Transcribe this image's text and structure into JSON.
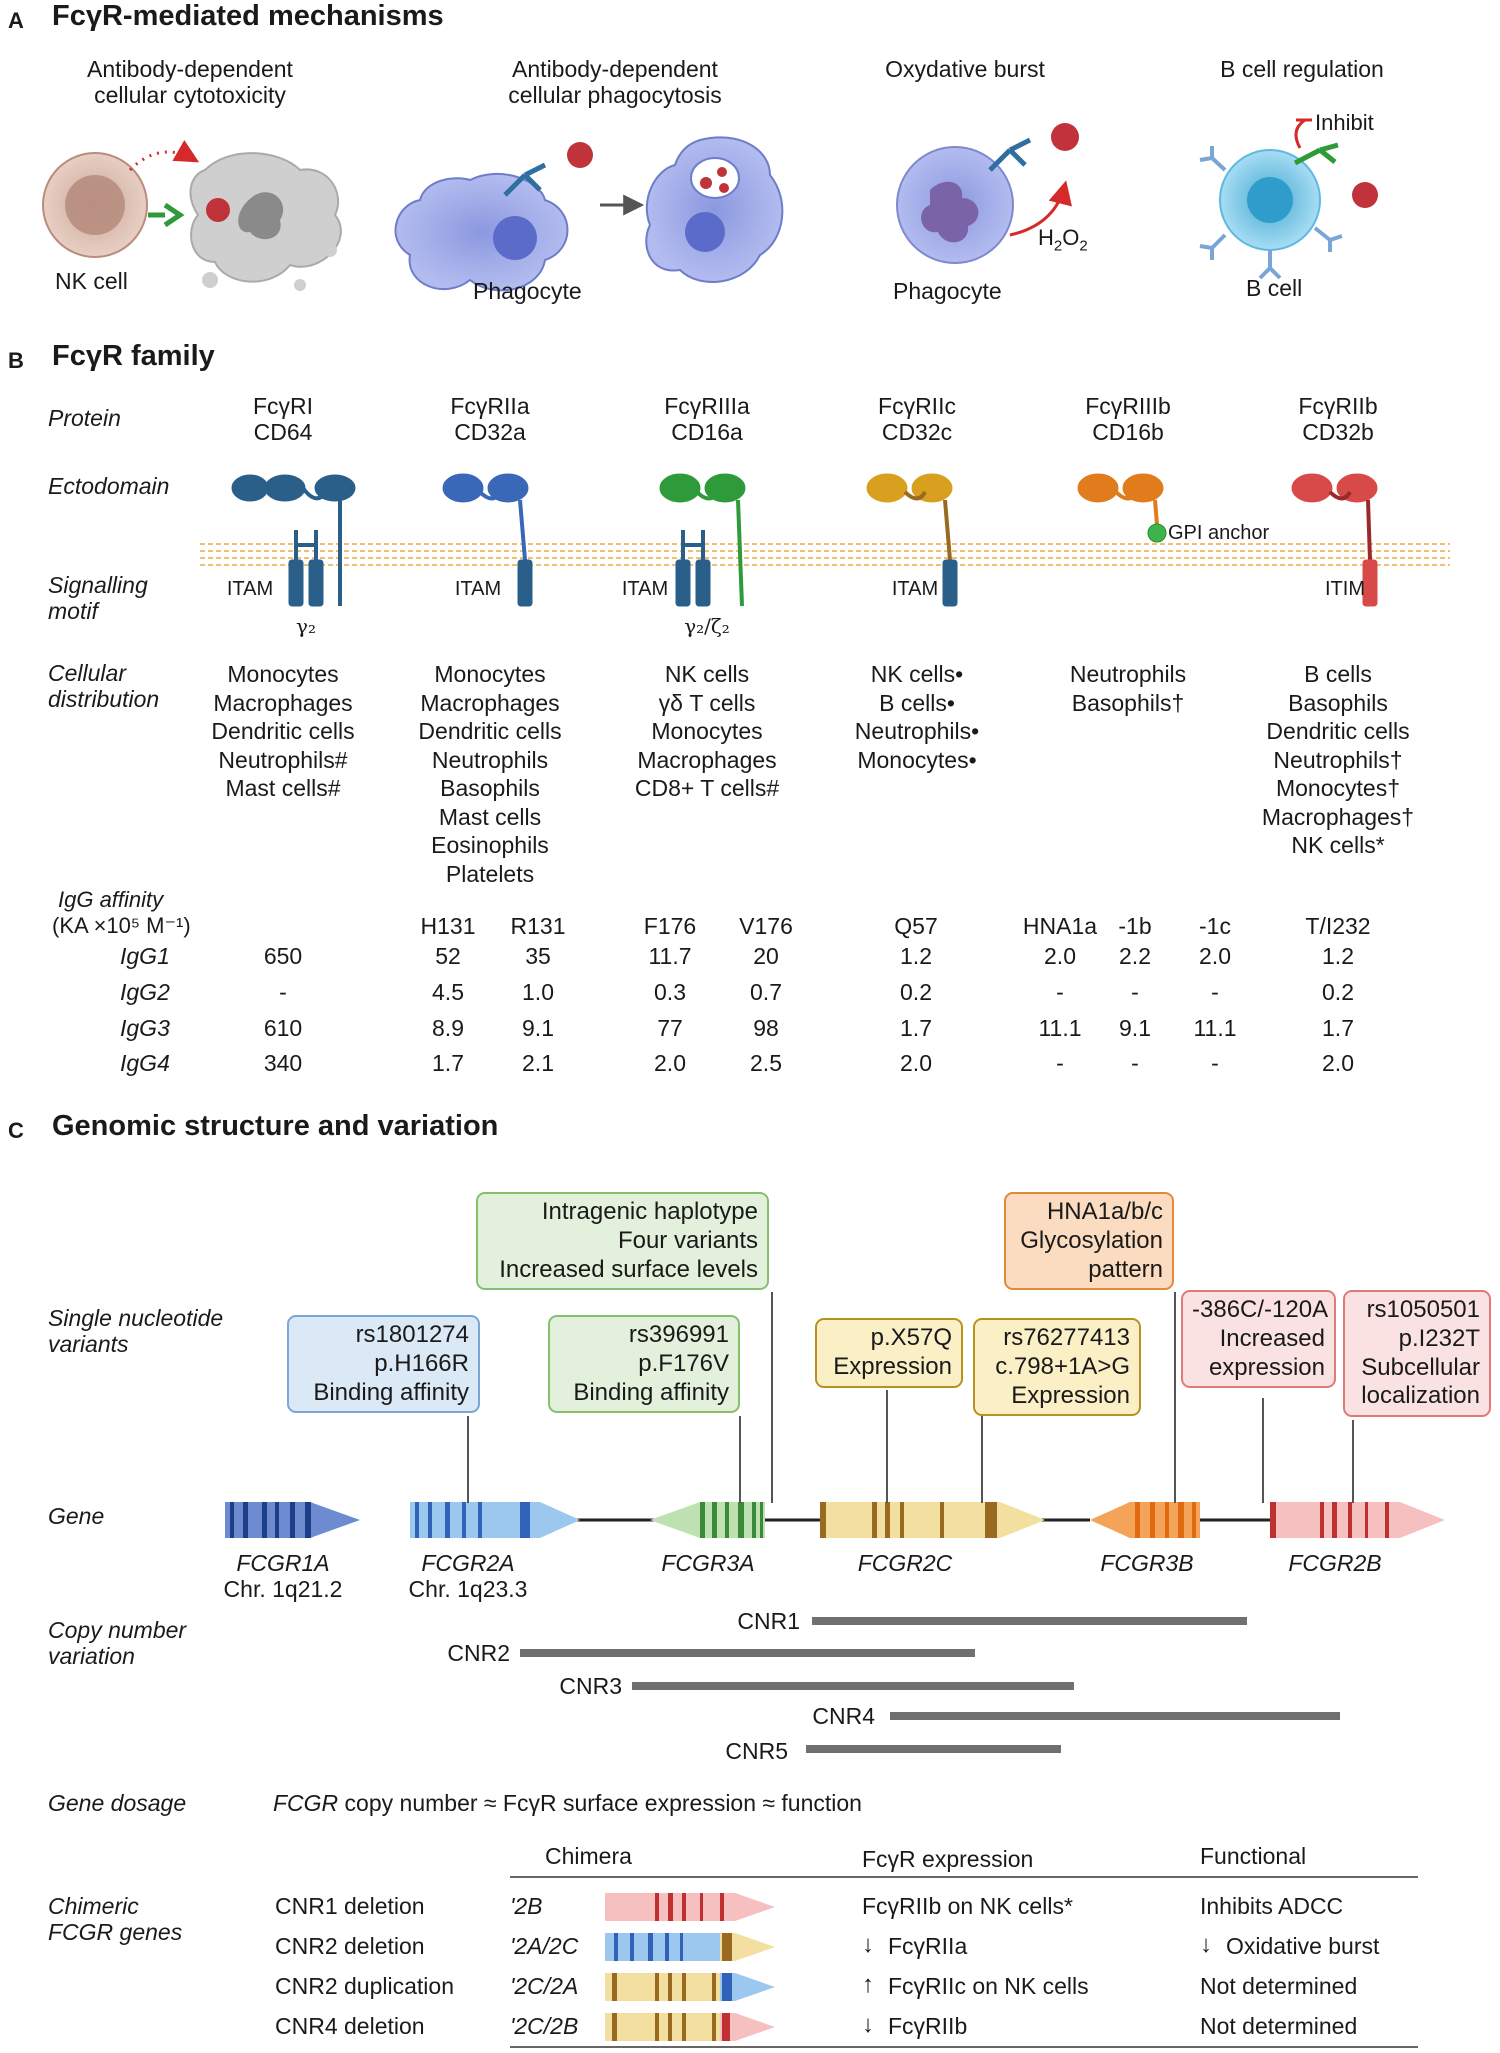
{
  "panel_a": {
    "letter": "A",
    "title": "FcγR-mediated mechanisms",
    "mechanisms": [
      {
        "title_lines": [
          "Antibody-dependent",
          "cellular cytotoxicity"
        ],
        "cell_label": "NK cell"
      },
      {
        "title_lines": [
          "Antibody-dependent",
          "cellular phagocytosis"
        ],
        "cell_label": "Phagocyte"
      },
      {
        "title_lines": [
          "Oxydative burst"
        ],
        "cell_label": "Phagocyte",
        "molecule": "H2O2"
      },
      {
        "title_lines": [
          "B cell regulation"
        ],
        "cell_label": "B cell",
        "annotation": "Inhibit"
      }
    ]
  },
  "panel_b": {
    "letter": "B",
    "title": "FcγR family",
    "row_labels": {
      "protein": "Protein",
      "ectodomain": "Ectodomain",
      "signalling": [
        "Signalling",
        "motif"
      ],
      "distribution": [
        "Cellular",
        "distribution"
      ],
      "affinity": "IgG affinity",
      "affinity_unit": "(KA ×10⁵ M⁻¹)"
    },
    "gpi_anchor": "GPI anchor",
    "receptors": [
      {
        "name": "FcγRI",
        "cd": "CD64",
        "color": "#2a5f8a",
        "motif": "ITAM",
        "chain": "γ₂",
        "cells": [
          "Monocytes",
          "Macrophages",
          "Dendritic cells",
          "Neutrophils#",
          "Mast cells#"
        ]
      },
      {
        "name": "FcγRIIa",
        "cd": "CD32a",
        "color": "#3a68b8",
        "motif": "ITAM",
        "chain": "",
        "cells": [
          "Monocytes",
          "Macrophages",
          "Dendritic cells",
          "Neutrophils",
          "Basophils",
          "Mast cells",
          "Eosinophils",
          "Platelets"
        ]
      },
      {
        "name": "FcγRIIIa",
        "cd": "CD16a",
        "color": "#2f9a3a",
        "motif": "ITAM",
        "chain": "γ₂/ζ₂",
        "cells": [
          "NK cells",
          "γδ T cells",
          "Monocytes",
          "Macrophages",
          "CD8+ T cells#"
        ]
      },
      {
        "name": "FcγRIIc",
        "cd": "CD32c",
        "color": "#d9a020",
        "motif": "ITAM",
        "chain": "",
        "cells": [
          "NK cells•",
          "B cells•",
          "Neutrophils•",
          "Monocytes•"
        ]
      },
      {
        "name": "FcγRIIIb",
        "cd": "CD16b",
        "color": "#e07c1c",
        "motif": "",
        "chain": "",
        "cells": [
          "Neutrophils",
          "Basophils†"
        ]
      },
      {
        "name": "FcγRIIb",
        "cd": "CD32b",
        "color": "#d84a4a",
        "motif": "ITIM",
        "chain": "",
        "cells": [
          "B cells",
          "Basophils",
          "Dendritic cells",
          "Neutrophils†",
          "Monocytes†",
          "Macrophages†",
          "NK cells*"
        ]
      }
    ],
    "affinity_columns": [
      "",
      "H131",
      "R131",
      "F176",
      "V176",
      "Q57",
      "HNA1a",
      "-1b",
      "-1c",
      "T/I232"
    ],
    "affinity_rows": [
      {
        "label": "IgG1",
        "values": [
          "650",
          "52",
          "35",
          "11.7",
          "20",
          "1.2",
          "2.0",
          "2.2",
          "2.0",
          "1.2"
        ]
      },
      {
        "label": "IgG2",
        "values": [
          "-",
          "4.5",
          "1.0",
          "0.3",
          "0.7",
          "0.2",
          "-",
          "-",
          "-",
          "0.2"
        ]
      },
      {
        "label": "IgG3",
        "values": [
          "610",
          "8.9",
          "9.1",
          "77",
          "98",
          "1.7",
          "11.1",
          "9.1",
          "11.1",
          "1.7"
        ]
      },
      {
        "label": "IgG4",
        "values": [
          "340",
          "1.7",
          "2.1",
          "2.0",
          "2.5",
          "2.0",
          "-",
          "-",
          "-",
          "2.0"
        ]
      }
    ]
  },
  "panel_c": {
    "letter": "C",
    "title": "Genomic structure and variation",
    "row_labels": {
      "snv": [
        "Single nucleotide",
        "variants"
      ],
      "gene": "Gene",
      "cnv": [
        "Copy number",
        "variation"
      ],
      "dosage": "Gene dosage",
      "chimeric": [
        "Chimeric",
        "FCGR genes"
      ]
    },
    "snv_boxes": [
      {
        "lines": [
          "rs1801274",
          "p.H166R",
          "Binding affinity"
        ],
        "fill": "#dbe9f7",
        "stroke": "#7aa7d6"
      },
      {
        "lines": [
          "Intragenic haplotype",
          "Four variants",
          "Increased surface levels"
        ],
        "fill": "#e3f1dc",
        "stroke": "#86bf6e"
      },
      {
        "lines": [
          "rs396991",
          "p.F176V",
          "Binding affinity"
        ],
        "fill": "#e3f1dc",
        "stroke": "#86bf6e"
      },
      {
        "lines": [
          "p.X57Q",
          "Expression"
        ],
        "fill": "#fbefc6",
        "stroke": "#b8921f"
      },
      {
        "lines": [
          "rs76277413",
          "c.798+1A>G",
          "Expression"
        ],
        "fill": "#fbefc6",
        "stroke": "#b8921f"
      },
      {
        "lines": [
          "HNA1a/b/c",
          "Glycosylation",
          "pattern"
        ],
        "fill": "#fcdcc0",
        "stroke": "#e08a3a"
      },
      {
        "lines": [
          "-386C/-120A",
          "Increased",
          "expression"
        ],
        "fill": "#fbe2e2",
        "stroke": "#e07a7a"
      },
      {
        "lines": [
          "rs1050501",
          "p.I232T",
          "Subcellular",
          "localization"
        ],
        "fill": "#fbe2e2",
        "stroke": "#e07a7a"
      }
    ],
    "genes": [
      {
        "name": "FCGR1A",
        "chr": "Chr. 1q21.2"
      },
      {
        "name": "FCGR2A",
        "chr": "Chr. 1q23.3"
      },
      {
        "name": "FCGR3A",
        "chr": ""
      },
      {
        "name": "FCGR2C",
        "chr": ""
      },
      {
        "name": "FCGR3B",
        "chr": ""
      },
      {
        "name": "FCGR2B",
        "chr": ""
      }
    ],
    "cnv": [
      "CNR1",
      "CNR2",
      "CNR3",
      "CNR4",
      "CNR5"
    ],
    "dosage_gene": "FCGR",
    "dosage_text": " copy number ≈ FcγR surface expression ≈ function",
    "table_headers": [
      "Chimera",
      "FcγR expression",
      "Functional"
    ],
    "chimeras": [
      {
        "event": "CNR1 deletion",
        "chimera": "'2B",
        "expression": "FcγRIIb on NK cells*",
        "functional": "Inhibits ADCC",
        "expr_arrow": "",
        "func_arrow": ""
      },
      {
        "event": "CNR2 deletion",
        "chimera": "'2A/2C",
        "expression": "FcγRIIa",
        "functional": "Oxidative burst",
        "expr_arrow": "↓",
        "func_arrow": "↓"
      },
      {
        "event": "CNR2 duplication",
        "chimera": "'2C/2A",
        "expression": "FcγRIIc on NK cells",
        "functional": "Not determined",
        "expr_arrow": "↑",
        "func_arrow": ""
      },
      {
        "event": "CNR4 deletion",
        "chimera": "'2C/2B",
        "expression": "FcγRIIb",
        "functional": "Not determined",
        "expr_arrow": "↓",
        "func_arrow": ""
      }
    ]
  }
}
